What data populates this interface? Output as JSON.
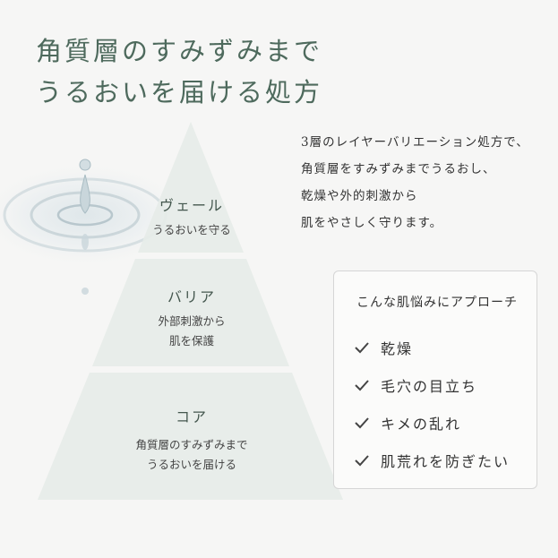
{
  "headline": {
    "line1": "角質層のすみずみまで",
    "line2": "うるおいを届ける処方"
  },
  "pyramid": {
    "tiers": [
      {
        "title": "ヴェール",
        "desc": [
          "うるおいを守る"
        ]
      },
      {
        "title": "バリア",
        "desc": [
          "外部刺激から",
          "肌を保護"
        ]
      },
      {
        "title": "コア",
        "desc": [
          "角質層のすみずみまで",
          "うるおいを届ける"
        ]
      }
    ]
  },
  "description": [
    "3層のレイヤーバリエーション処方で、",
    "角質層をすみずみまでうるおし、",
    "乾燥や外的刺激から",
    "肌をやさしく守ります。"
  ],
  "card": {
    "title": "こんな肌悩みにアプローチ",
    "items": [
      "乾燥",
      "毛穴の目立ち",
      "キメの乱れ",
      "肌荒れを防ぎたい"
    ]
  },
  "colors": {
    "background": "#f6f6f5",
    "headline": "#4e6a5d",
    "pyramid_fill": "#e6ebe8",
    "card_border": "#d6d6d6"
  },
  "icons": {
    "water_drop": "water-splash-icon",
    "check": "check-icon"
  }
}
